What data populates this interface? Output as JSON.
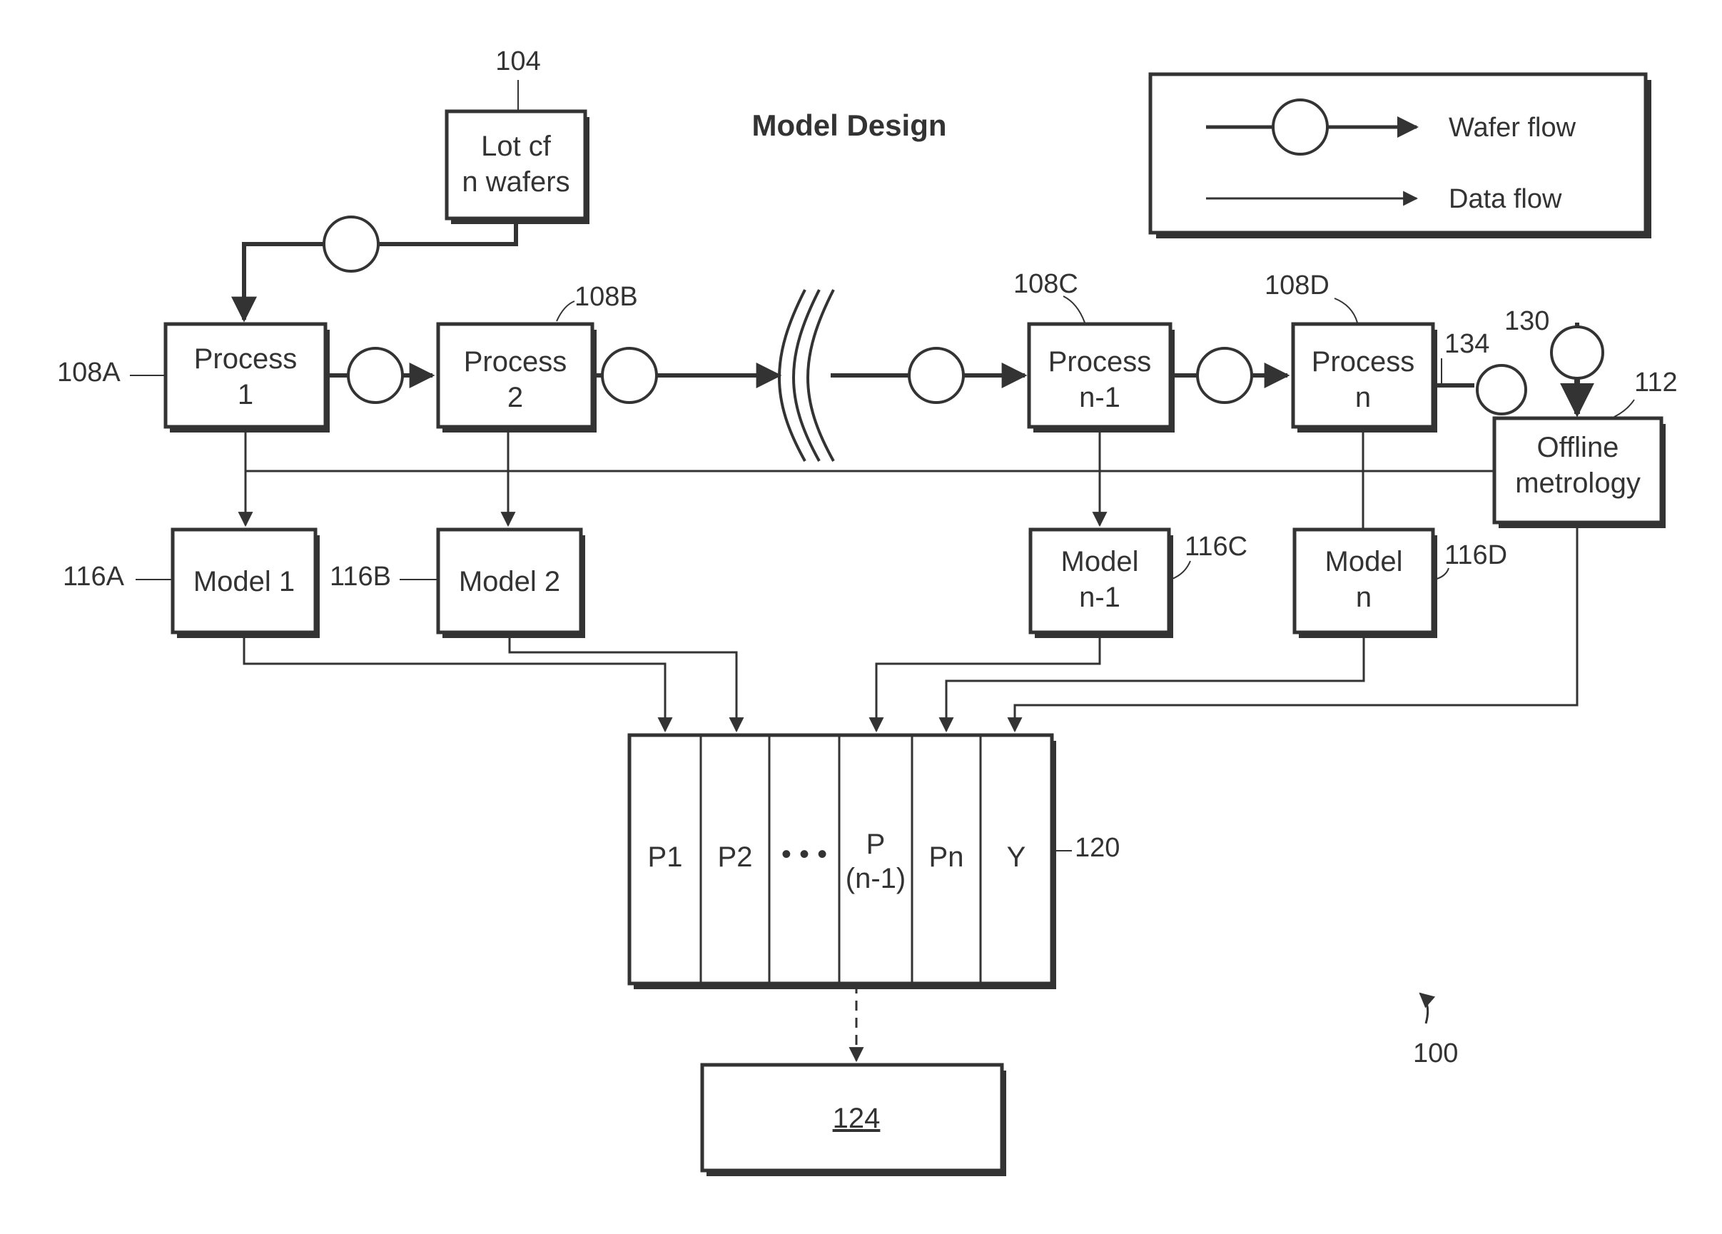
{
  "title": "Model Design",
  "legend": {
    "wafer_flow": "Wafer flow",
    "data_flow": "Data flow"
  },
  "lot": {
    "line1": "Lot cf",
    "line2": "n wafers",
    "ref": "104"
  },
  "processes": [
    {
      "line1": "Process",
      "line2": "1",
      "ref": "108A"
    },
    {
      "line1": "Process",
      "line2": "2",
      "ref": "108B"
    },
    {
      "line1": "Process",
      "line2": "n-1",
      "ref": "108C"
    },
    {
      "line1": "Process",
      "line2": "n",
      "ref": "108D"
    }
  ],
  "models": [
    {
      "line1": "Model 1",
      "line2": "",
      "ref": "116A"
    },
    {
      "line1": "Model 2",
      "line2": "",
      "ref": "116B"
    },
    {
      "line1": "Model",
      "line2": "n-1",
      "ref": "116C"
    },
    {
      "line1": "Model",
      "line2": "n",
      "ref": "116D"
    }
  ],
  "metrology": {
    "line1": "Offline",
    "line2": "metrology",
    "ref": "112"
  },
  "refs": {
    "wafer_in": "130",
    "wafer_out": "134",
    "table": "120",
    "output": "124",
    "figure": "100"
  },
  "table_cells": [
    {
      "line1": "P1",
      "line2": ""
    },
    {
      "line1": "P2",
      "line2": ""
    },
    {
      "line1": "• • •",
      "line2": ""
    },
    {
      "line1": "P",
      "line2": "(n-1)"
    },
    {
      "line1": "Pn",
      "line2": ""
    },
    {
      "line1": "Y",
      "line2": ""
    }
  ]
}
